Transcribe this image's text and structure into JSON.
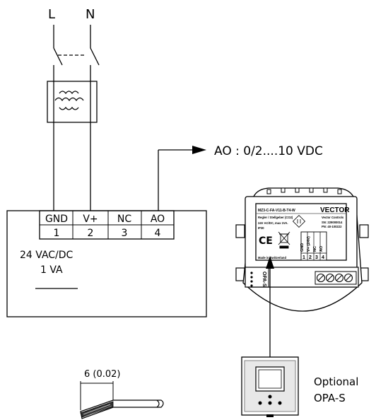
{
  "supply": {
    "line": "L",
    "neutral": "N"
  },
  "output": {
    "label": "AO : 0/2....10 VDC"
  },
  "terminals": [
    {
      "name": "GND",
      "number": "1"
    },
    {
      "name": "V+",
      "number": "2"
    },
    {
      "name": "NC",
      "number": "3"
    },
    {
      "name": "AO",
      "number": "4"
    }
  ],
  "power": {
    "voltage": "24 VAC/DC",
    "rating": "1 VA"
  },
  "strip": {
    "length": "6 (0.02)"
  },
  "optional": {
    "line1": "Optional",
    "line2": "OPA-S"
  },
  "device": {
    "model": "MZ3-C-FA-V11-B-T4-W",
    "brand": "VECTOR",
    "type": "Regler / Stellgeber (CO2)",
    "company": "Vector Controls",
    "serial": "SN: 229000014",
    "pn": "PN: 40-100222",
    "supply": "24V AC/DC, max 1VA.",
    "ip": "IP30",
    "made": "Made in Switzerland",
    "terminal_names": [
      "GND",
      "V+ (24V)",
      "NC",
      "AO"
    ],
    "terminal_numbers": [
      "1",
      "2",
      "3",
      "4"
    ],
    "port": "OPA-S"
  }
}
